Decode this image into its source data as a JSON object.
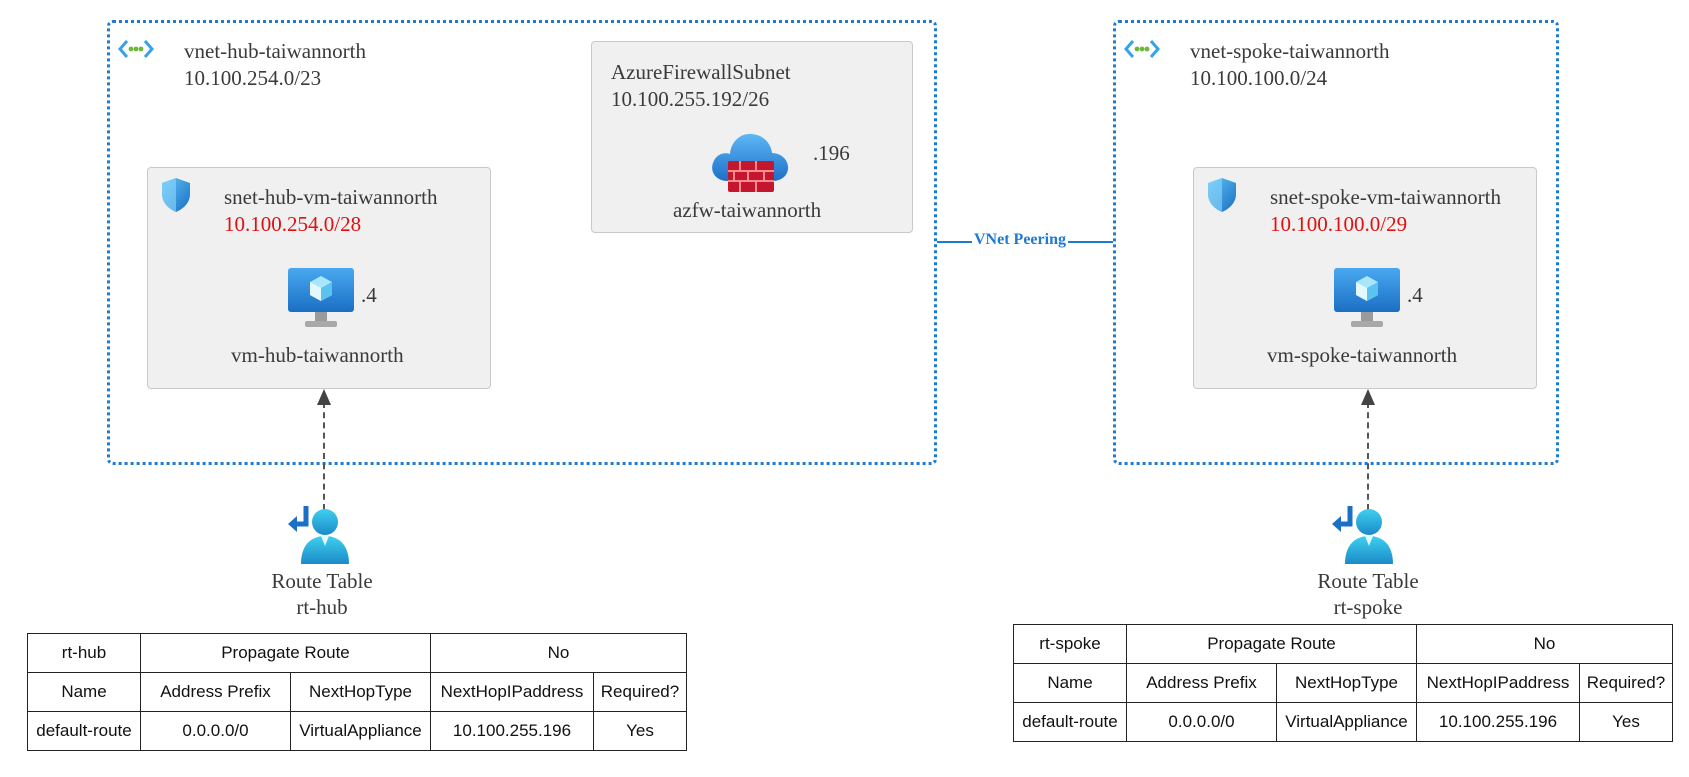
{
  "hub": {
    "vnet_name": "vnet-hub-taiwannorth",
    "vnet_cidr": "10.100.254.0/23",
    "subnet_name": "snet-hub-vm-taiwannorth",
    "subnet_cidr": "10.100.254.0/28",
    "vm_suffix": ".4",
    "vm_name": "vm-hub-taiwannorth"
  },
  "firewall": {
    "subnet_name": "AzureFirewallSubnet",
    "subnet_cidr": "10.100.255.192/26",
    "ip_suffix": ".196",
    "name": "azfw-taiwannorth"
  },
  "spoke": {
    "vnet_name": "vnet-spoke-taiwannorth",
    "vnet_cidr": "10.100.100.0/24",
    "subnet_name": "snet-spoke-vm-taiwannorth",
    "subnet_cidr": "10.100.100.0/29",
    "vm_suffix": ".4",
    "vm_name": "vm-spoke-taiwannorth"
  },
  "peering_label": "VNet Peering",
  "rt_hub": {
    "label_line1": "Route Table",
    "label_line2": "rt-hub",
    "header": [
      "rt-hub",
      "Propagate Route",
      "No"
    ],
    "columns": [
      "Name",
      "Address Prefix",
      "NextHopType",
      "NextHopIPaddress",
      "Required?"
    ],
    "row": [
      "default-route",
      "0.0.0.0/0",
      "VirtualAppliance",
      "10.100.255.196",
      "Yes"
    ]
  },
  "rt_spoke": {
    "label_line1": "Route Table",
    "label_line2": "rt-spoke",
    "header": [
      "rt-spoke",
      "Propagate Route",
      "No"
    ],
    "columns": [
      "Name",
      "Address Prefix",
      "NextHopType",
      "NextHopIPaddress",
      "Required?"
    ],
    "row": [
      "default-route",
      "0.0.0.0/0",
      "VirtualAppliance",
      "10.100.255.196",
      "Yes"
    ]
  },
  "colors": {
    "vnet_border": "#1f7ad1",
    "cidr_highlight": "#e01010",
    "subnet_fill": "#f0f0f0"
  }
}
